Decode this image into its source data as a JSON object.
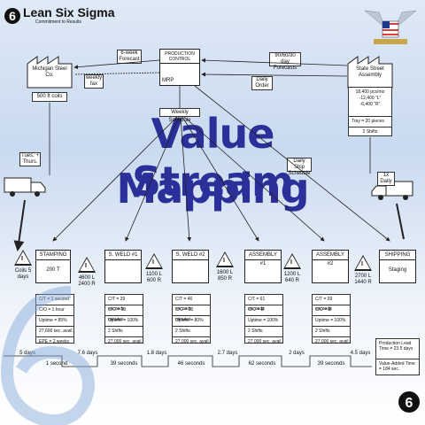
{
  "brand": {
    "name": "Lean Six Sigma",
    "tagline": "Commitment to Results"
  },
  "title": {
    "line1": "Value Stream",
    "line2": "Mapping"
  },
  "supplier": {
    "name": "Michigan Steel Co.",
    "qty": "500 ft coils",
    "ship": "Tues. + Thurs."
  },
  "customer": {
    "name": "State Street Assembly",
    "demand": [
      "18,400 pcs/mo",
      "-12,400 \"L\"",
      "-6,400 \"R\""
    ],
    "tray": "Tray = 20 pieces",
    "shifts": "2 Shifts",
    "delivery": "1x Daily"
  },
  "control": {
    "name": "PRODUCTION CONTROL",
    "mrp": "MRP"
  },
  "info": {
    "six_week": "6-week Forecast",
    "weekly_fax": "weekly fax",
    "forecast": "90/60/30 day Forecasts",
    "daily_order": "Daily Order",
    "weekly_schedule": "Weekly Schedule",
    "daily_ship": "Daily Ship Schedule"
  },
  "inventory": [
    {
      "text": "Coils 5 days"
    },
    {
      "text": "4600 L 2400 R"
    },
    {
      "text": "1100 L 600 R"
    },
    {
      "text": "1600 L 850 R"
    },
    {
      "text": "1200 L 640 R"
    },
    {
      "text": "2700 L 1440 R"
    }
  ],
  "processes": [
    {
      "name": "STAMPING",
      "count": "200 T",
      "data": [
        "C/T = 1 second",
        "C/O = 1 hour",
        "Uptime = 85%",
        "27,600 sec. avail.",
        "EPE = 2 weeks"
      ]
    },
    {
      "name": "S. WELD #1",
      "count": "",
      "data": [
        "C/T = 39 seconds",
        "C/O = 10 minutes",
        "Uptime = 100%",
        "2 Shifts",
        "27,000 sec. avail."
      ]
    },
    {
      "name": "S. WELD #2",
      "count": "",
      "data": [
        "C/T = 46 seconds",
        "C/O = 10 minutes",
        "Uptime = 80%",
        "2 Shifts",
        "27,000 sec. avail."
      ]
    },
    {
      "name": "ASSEMBLY #1",
      "count": "",
      "data": [
        "C/T = 61 seconds",
        "C/O = Ø",
        "Uptime = 100%",
        "2 Shifts",
        "27,000 sec. avail."
      ]
    },
    {
      "name": "ASSEMBLY #2",
      "count": "",
      "data": [
        "C/T = 39 seconds",
        "C/O = Ø",
        "Uptime = 100%",
        "2 Shifts",
        "27,000 sec. avail."
      ]
    },
    {
      "name": "SHIPPING",
      "count": "Staging",
      "data": []
    }
  ],
  "timeline": {
    "upper": [
      "5 days",
      "7.6 days",
      "1.8 days",
      "2.7 days",
      "2 days",
      "4.5 days"
    ],
    "lower": [
      "1 second",
      "39 seconds",
      "46 seconds",
      "62 seconds",
      "39 seconds"
    ],
    "lead_label": "Production Lead Time",
    "lead_value": "= 23.5 days",
    "va_label": "Value-Added Time",
    "va_value": "= 184 sec."
  }
}
